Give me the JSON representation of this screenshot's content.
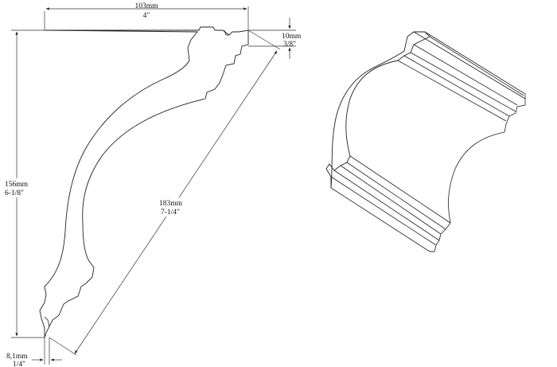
{
  "dimensions": {
    "width_mm": "103mm",
    "width_in": "4\"",
    "projection_top_mm": "10mm",
    "projection_top_in": "3/8\"",
    "height_mm": "156mm",
    "height_in": "6-1/8\"",
    "diagonal_mm": "183mm",
    "diagonal_in": "7-1/4\"",
    "bottom_mm": "8,1mm",
    "bottom_in": "1/4\""
  }
}
